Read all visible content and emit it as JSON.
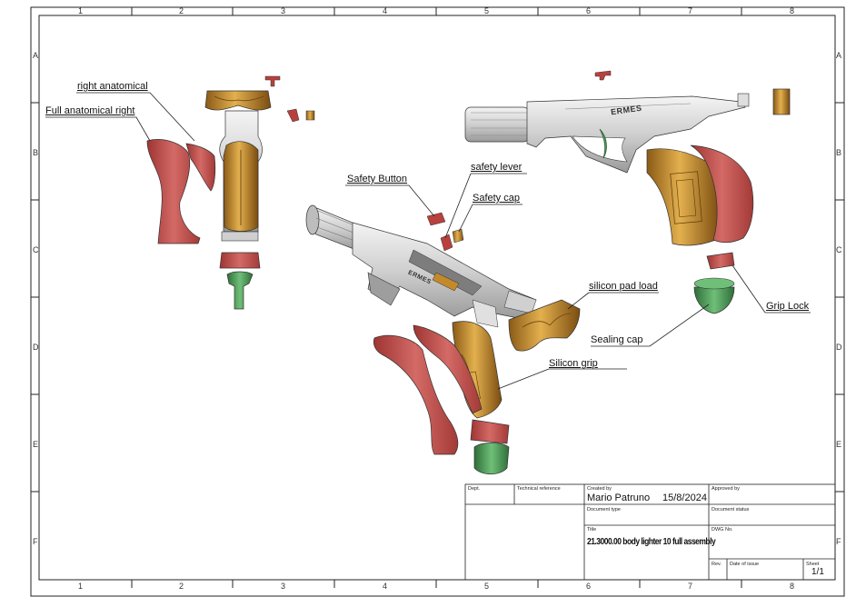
{
  "grid": {
    "columns": [
      "1",
      "2",
      "3",
      "4",
      "5",
      "6",
      "7",
      "8"
    ],
    "rows": [
      "A",
      "B",
      "C",
      "D",
      "E",
      "F"
    ]
  },
  "callouts": {
    "right_anatomical": "right anatomical",
    "full_anatomical_right": "Full anatomical right",
    "safety_button": "Safety Button",
    "safety_lever": "safety lever",
    "safety_cap": "Safety cap",
    "silicon_pad_load": "silicon pad load",
    "sealing_cap": "Sealing cap",
    "silicon_grip": "Silicon grip",
    "grip_lock": "Grip Lock"
  },
  "brand_engraving": "ERMES",
  "title_block": {
    "dept_label": "Dept.",
    "tech_ref_label": "Technical reference",
    "created_by_label": "Created by",
    "approved_by_label": "Approved by",
    "author": "Mario Patruno",
    "date": "15/8/2024",
    "document_type_label": "Document type",
    "document_status_label": "Document status",
    "title_label": "Title",
    "dwg_no_label": "DWG No.",
    "title": "21.3000.00 body lighter 10 full assembly",
    "rev_label": "Rev.",
    "date_of_issue_label": "Date of issue",
    "sheet_label": "Sheet",
    "sheet_value": "1/1"
  },
  "colors": {
    "border": "#222222",
    "grip_red": "#c0504d",
    "gold": "#d9a441",
    "green": "#4f9a5a",
    "metal": "#d9d9d9"
  }
}
